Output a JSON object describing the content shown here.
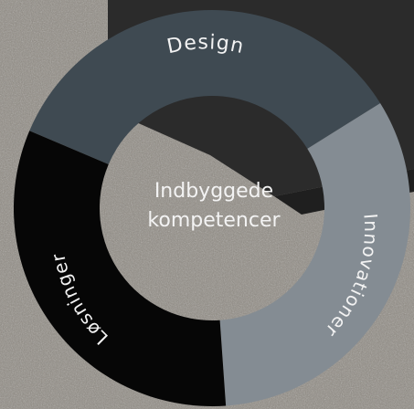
{
  "diagram": {
    "center_label_lines": [
      "Indbyggede",
      "kompetencer"
    ],
    "segments": [
      {
        "id": "design",
        "label": "Design",
        "color": "#3f4a52"
      },
      {
        "id": "innovationer",
        "label": "Innovationer",
        "color": "#848c93"
      },
      {
        "id": "loesninger",
        "label": "Løsninger",
        "color": "#060606"
      }
    ],
    "colors": {
      "background_stone": "#8f8a82",
      "dark_panel": "#2b2b2b",
      "text": "#f3f3f3"
    }
  }
}
